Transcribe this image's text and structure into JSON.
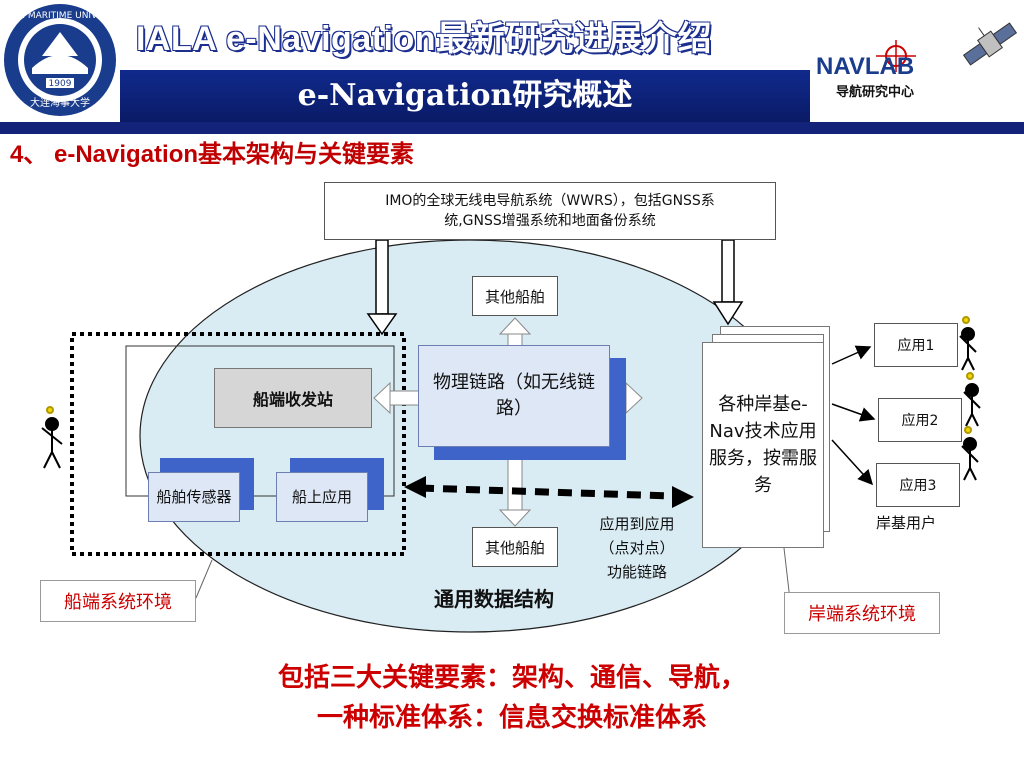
{
  "header": {
    "title": "IALA e-Navigation最新研究进展介绍",
    "subtitle": "e-Navigation研究概述",
    "university_logo_text": "DALIAN MARITIME UNIVERSITY",
    "university_logo_cn": "大连海事大学",
    "university_logo_year": "1909",
    "navlab_logo": "NAVLAB",
    "navlab_logo_cn": "导航研究中心"
  },
  "section_heading": "4、 e-Navigation基本架构与关键要素",
  "diagram": {
    "imo_box": [
      "IMO的全球无线电导航系统（WWRS），包括GNSS系",
      "统,GNSS增强系统和地面备份系统"
    ],
    "other_ship_top": "其他船舶",
    "other_ship_bottom": "其他船舶",
    "physical_link": "物理链路（如无线链路）",
    "ship_transceiver": "船端收发站",
    "ship_sensor": "船舶传感器",
    "onboard_app": "船上应用",
    "shore_services": "各种岸基e-Nav技术应用服务，按需服务",
    "apps": [
      "应用1",
      "应用2",
      "应用3"
    ],
    "shore_users": "岸基用户",
    "app_to_app": [
      "应用到应用",
      "（点对点）",
      "功能链路"
    ],
    "common_data": "通用数据结构",
    "ship_env": "船端系统环境",
    "shore_env": "岸端系统环境"
  },
  "summary": {
    "line1": "包括三大关键要素：架构、通信、导航，",
    "line2": "一种标准体系：信息交换标准体系"
  },
  "colors": {
    "title_blue": "#102a8c",
    "ellipse_fill": "#d9ecf3",
    "accent_red": "#cc0000",
    "box_blue_shadow": "#3e63c9"
  }
}
